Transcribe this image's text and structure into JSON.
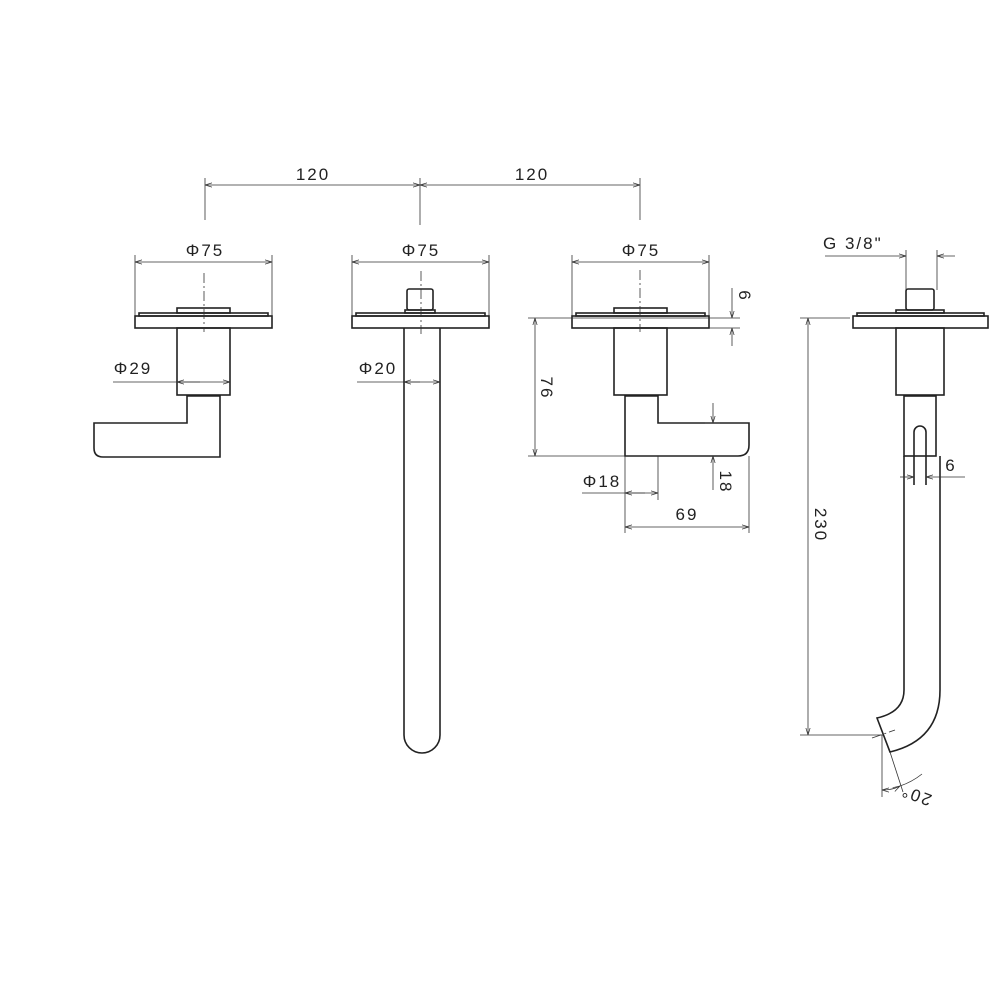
{
  "drawing": {
    "title": "Wall-mounted three-hole basin mixer — dimension drawing",
    "spacing": {
      "left": "120",
      "right": "120"
    },
    "left_handle": {
      "plate_diameter": "Φ75",
      "body_diameter": "Φ29"
    },
    "spout": {
      "plate_diameter": "Φ75",
      "tube_diameter": "Φ20"
    },
    "right_handle": {
      "plate_diameter": "Φ75",
      "plate_thickness": "6",
      "height": "76",
      "lever_diameter": "Φ18",
      "lever_thickness": "18",
      "lever_length": "69"
    },
    "side_view": {
      "thread": "G 3/8\"",
      "length": "230",
      "slot_width": "6",
      "angle": "20°"
    }
  }
}
